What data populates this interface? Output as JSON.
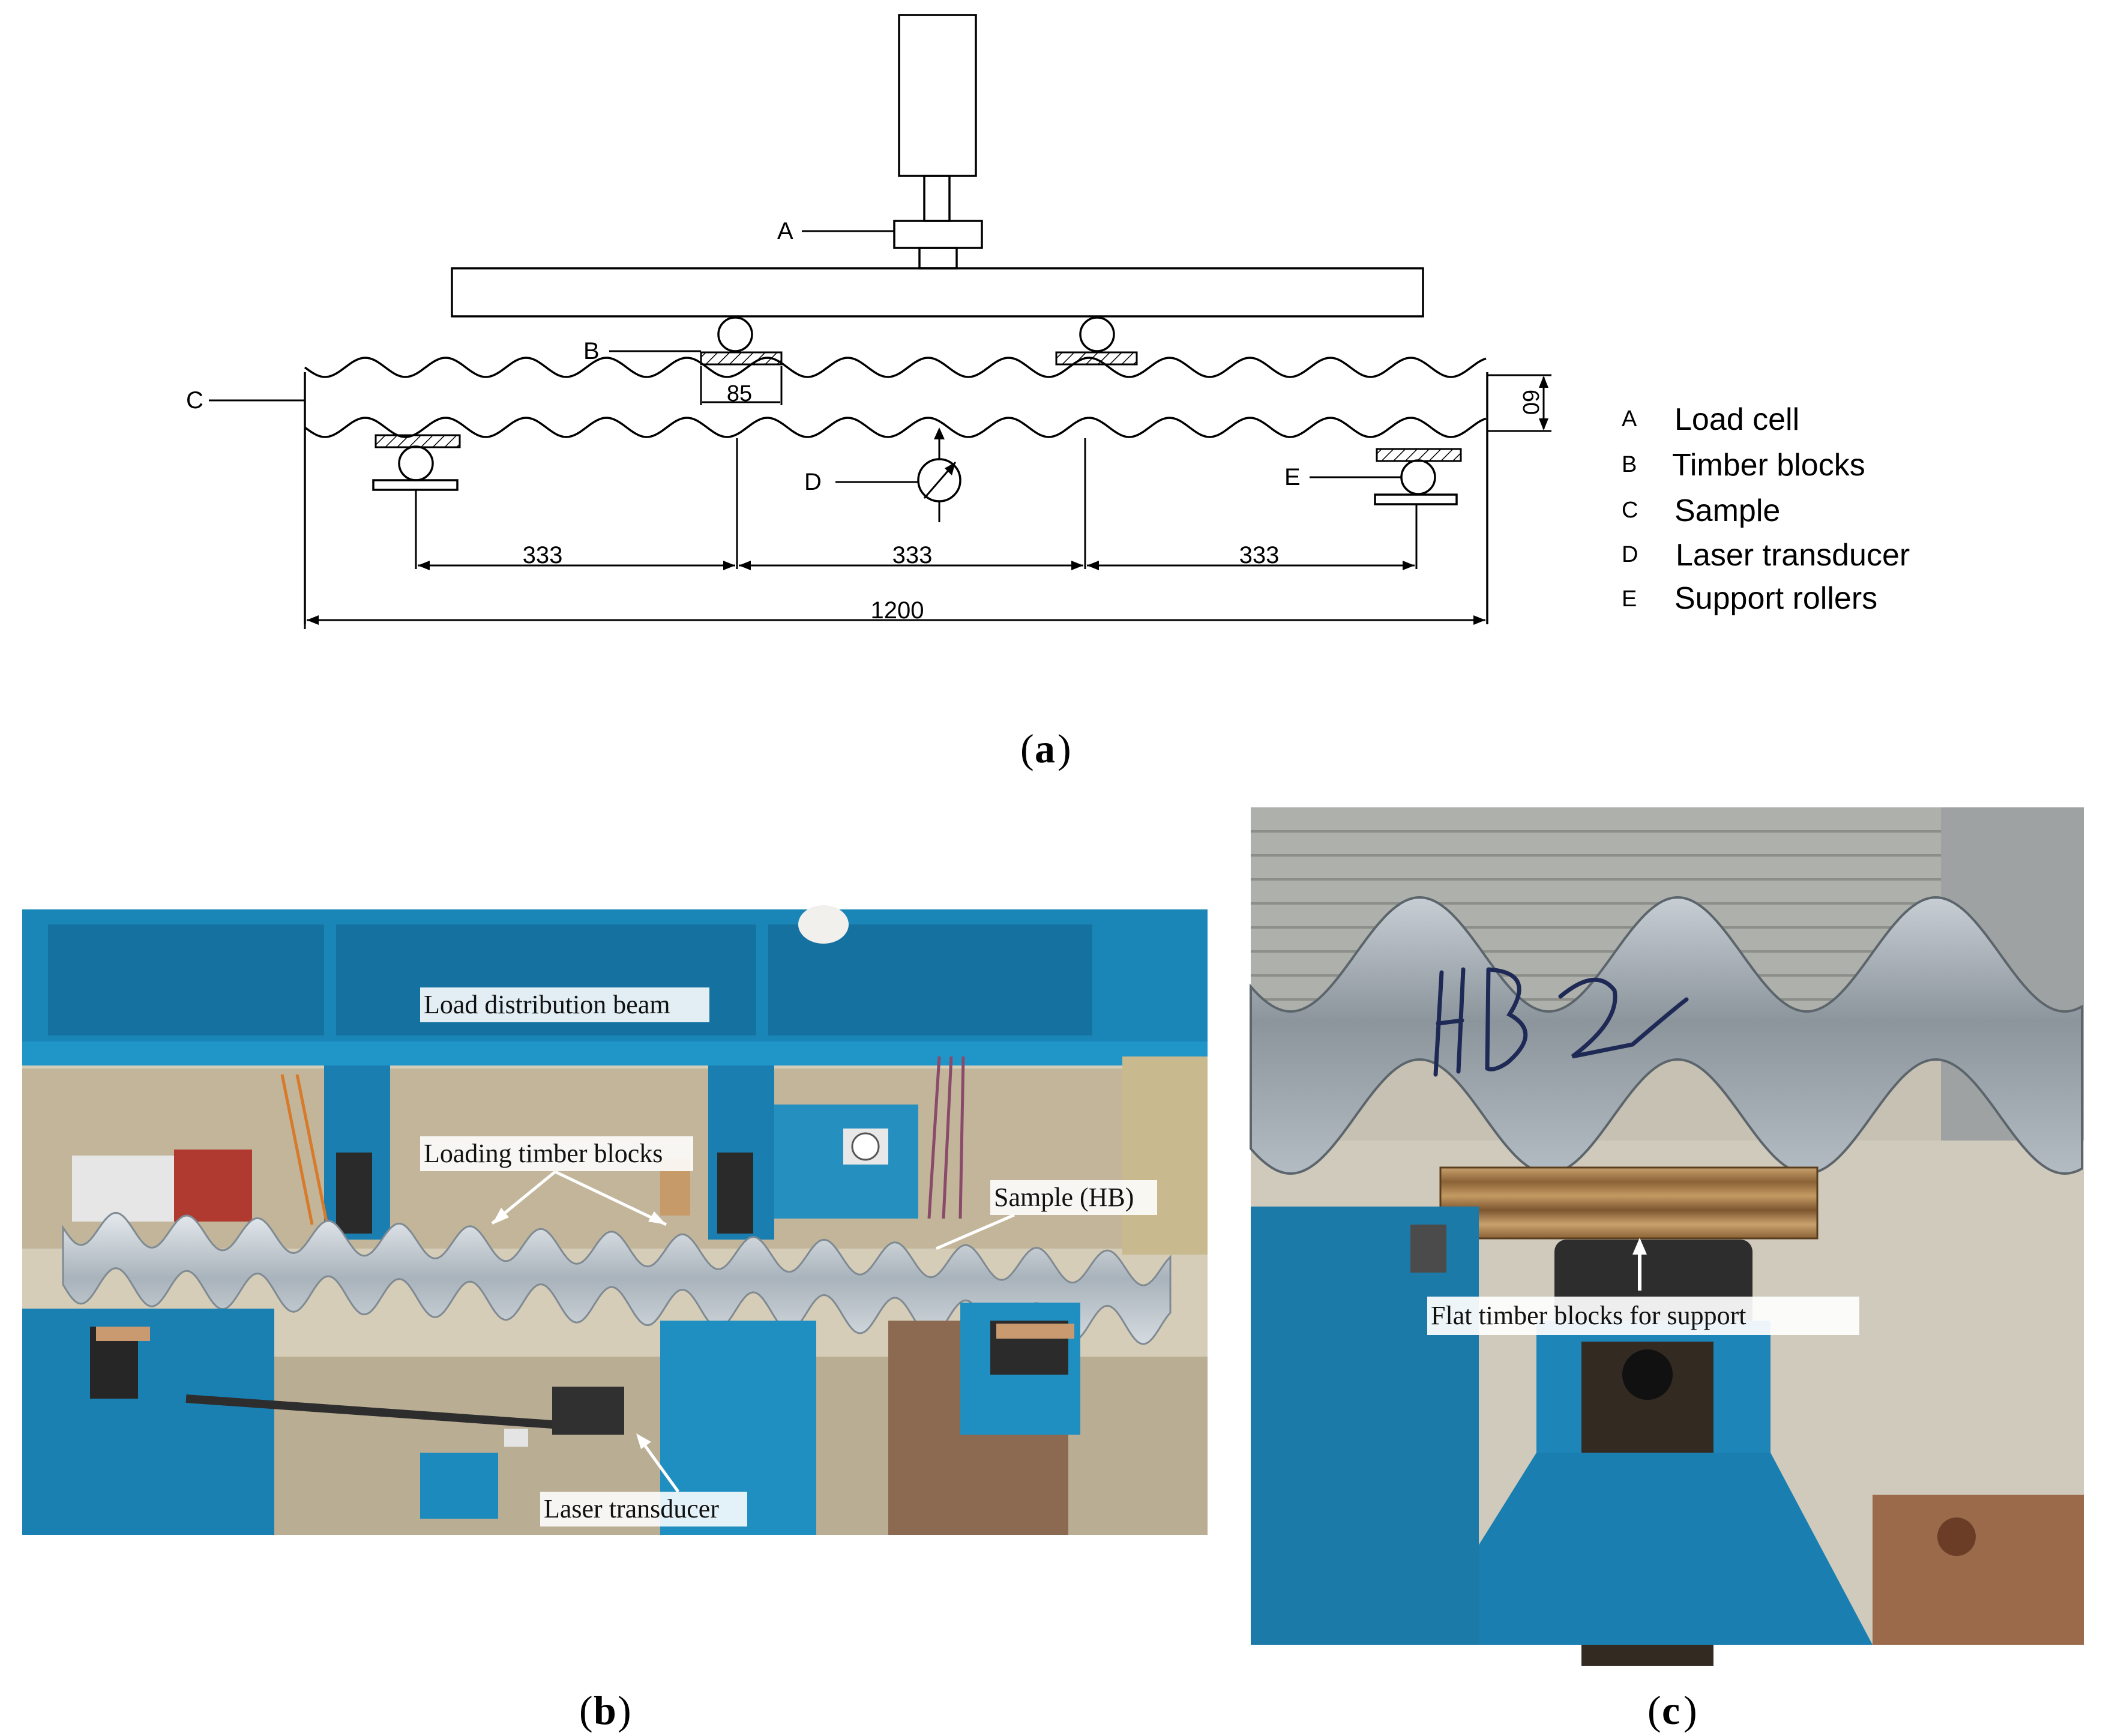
{
  "diagram": {
    "markers": {
      "a": "A",
      "b": "B",
      "c": "C",
      "d": "D",
      "e": "E"
    },
    "dimensions": {
      "span1": "333",
      "span2": "333",
      "span3": "333",
      "total": "1200",
      "block": "85",
      "depth": "60"
    },
    "legend": [
      {
        "key": "A",
        "text": "Load cell"
      },
      {
        "key": "B",
        "text": "Timber blocks"
      },
      {
        "key": "C",
        "text": "Sample"
      },
      {
        "key": "D",
        "text": "Laser transducer"
      },
      {
        "key": "E",
        "text": "Support rollers"
      }
    ]
  },
  "panel_b": {
    "labels": {
      "beam": "Load distribution beam",
      "blocks": "Loading timber blocks",
      "sample": "Sample (HB)",
      "laser": "Laser transducer"
    }
  },
  "panel_c": {
    "labels": {
      "support": "Flat timber blocks for support",
      "marking": "HB2"
    }
  },
  "captions": {
    "a": "a",
    "b": "b",
    "c": "c"
  },
  "colors": {
    "machine_blue": "#1d8fbf",
    "steel": "#b9c3cb",
    "timber": "#b08a5c",
    "wall": "#d9d2c2"
  }
}
